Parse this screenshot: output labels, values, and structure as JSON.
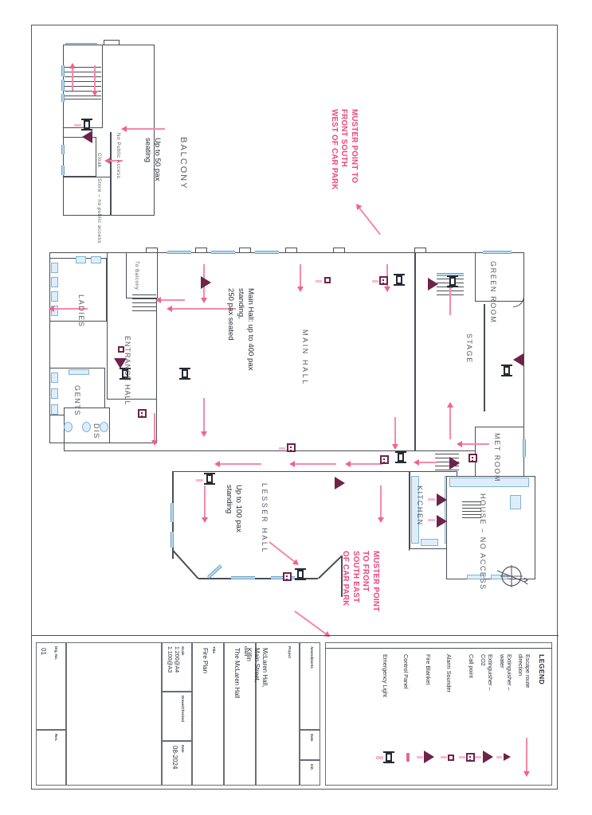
{
  "sheet": {
    "orientation": "landscape-rotated-90",
    "border_color": "#55585f"
  },
  "colors": {
    "walls": "#4a4d55",
    "escape_route_pink": "#f2628f",
    "muster_text": "#f0467e",
    "equipment_symbol": "#6e2348",
    "window_glazing": "#b9dcf2",
    "text": "#2c2f36"
  },
  "title_block": {
    "drawing_number": {
      "header": "Drg. No.",
      "value": "01"
    },
    "revision": {
      "header": "Rev.",
      "value": ""
    },
    "scale": {
      "header": "Scale",
      "value": "1:200@A4\n1:100@A3"
    },
    "drawn_checked": {
      "header": "Drawn/Checked",
      "value": ""
    },
    "date": {
      "header": "Date",
      "value": "08-2024"
    },
    "title": {
      "header": "Title",
      "value": "Fire Plan"
    },
    "client": {
      "header": "Client",
      "value": "The McLaren Hall"
    },
    "project": {
      "header": "Project",
      "value": "McLaren Hall,\nMain Street,\nKillin"
    },
    "amendments": {
      "header": "Amendments"
    },
    "amend_date": {
      "header": "Date"
    },
    "amend_init": {
      "header": "Init."
    }
  },
  "legend": {
    "title": "LEGEND",
    "items": [
      {
        "label": "Escape route\ndirection",
        "symbol": "escape-arrow-icon"
      },
      {
        "label": "Extinguisher –\nwater",
        "symbol": "extinguisher-water-icon"
      },
      {
        "label": "Extinguisher –\nCO2",
        "symbol": "extinguisher-co2-icon"
      },
      {
        "label": "Call point",
        "symbol": "call-point-icon"
      },
      {
        "label": "Alarm Sounder",
        "symbol": "alarm-sounder-icon"
      },
      {
        "label": "Fire Blanket",
        "symbol": "fire-blanket-icon"
      },
      {
        "label": "Control Panel",
        "symbol": "control-panel-icon"
      },
      {
        "label": "Emergency Light",
        "symbol": "emergency-light-icon"
      }
    ]
  },
  "plan": {
    "north_arrow": "north-arrow-icon",
    "muster_points": [
      {
        "id": "muster-north-west",
        "text": "MUSTER POINT TO\nFRONT SOUTH\nWEST OF CAR PARK"
      },
      {
        "id": "muster-south-east",
        "text": "MUSTER POINT\nTO FRONT\nSOUTH EAST\nOF CAR PARK"
      }
    ],
    "rooms": [
      {
        "id": "balcony",
        "name": "BALCONY",
        "note": "Up to 50 pax\nseating"
      },
      {
        "id": "main-hall",
        "name": "MAIN  HALL",
        "note": "Main Hall: up to 400 pax\nstanding,\n250 pax seated"
      },
      {
        "id": "lesser-hall",
        "name": "LESSER  HALL",
        "note": "Up to 100 pax\nstanding"
      },
      {
        "id": "stage",
        "name": "STAGE",
        "note": ""
      },
      {
        "id": "green-room",
        "name": "GREEN\nROOM",
        "note": ""
      },
      {
        "id": "met-room",
        "name": "MET\nROOM",
        "note": ""
      },
      {
        "id": "kitchen",
        "name": "KITCHEN",
        "note": ""
      },
      {
        "id": "house",
        "name": "HOUSE –\nNO ACCESS",
        "note": ""
      },
      {
        "id": "ladies",
        "name": "LADIES",
        "note": ""
      },
      {
        "id": "gents",
        "name": "GENTS",
        "note": ""
      },
      {
        "id": "dis",
        "name": "DIS",
        "note": ""
      },
      {
        "id": "entrance-hall",
        "name": "ENTRANCE\nHALL",
        "note": ""
      }
    ],
    "small_labels": [
      {
        "id": "to-balcony",
        "text": "To Balcony"
      },
      {
        "id": "cloak",
        "text": "Cloak"
      },
      {
        "id": "no-public-access",
        "text": "No Public Access"
      },
      {
        "id": "store-no-public-access",
        "text": "Store – no public access"
      }
    ]
  }
}
